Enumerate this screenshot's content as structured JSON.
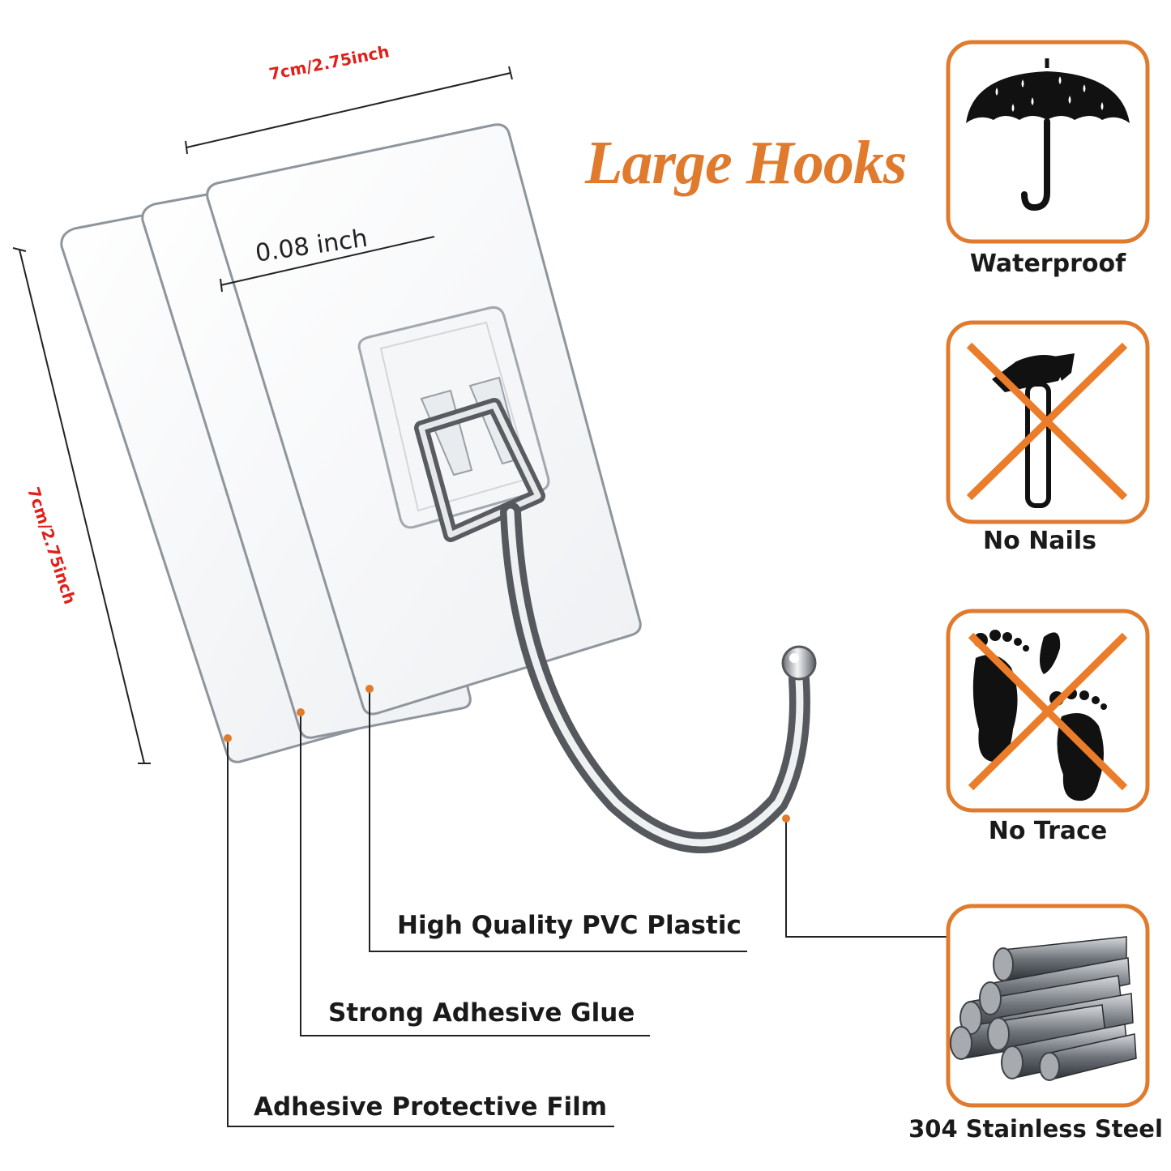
{
  "title": "Large Hooks",
  "dimensions": {
    "width_label": "7cm/2.75inch",
    "height_label": "7cm/2.75inch",
    "thickness_label": "0.08 inch"
  },
  "callouts": {
    "pvc": "High Quality PVC Plastic",
    "glue": "Strong Adhesive Glue",
    "film": "Adhesive Protective Film"
  },
  "features": [
    {
      "label": "Waterproof",
      "icon": "umbrella-icon"
    },
    {
      "label": "No Nails",
      "icon": "no-hammer-icon"
    },
    {
      "label": "No Trace",
      "icon": "no-footprints-icon"
    },
    {
      "label": "304 Stainless Steel",
      "icon": "steel-rods-icon"
    }
  ],
  "colors": {
    "accent": "#e07b2e",
    "dimension_text": "#e0201a",
    "text": "#1a1a1a"
  }
}
